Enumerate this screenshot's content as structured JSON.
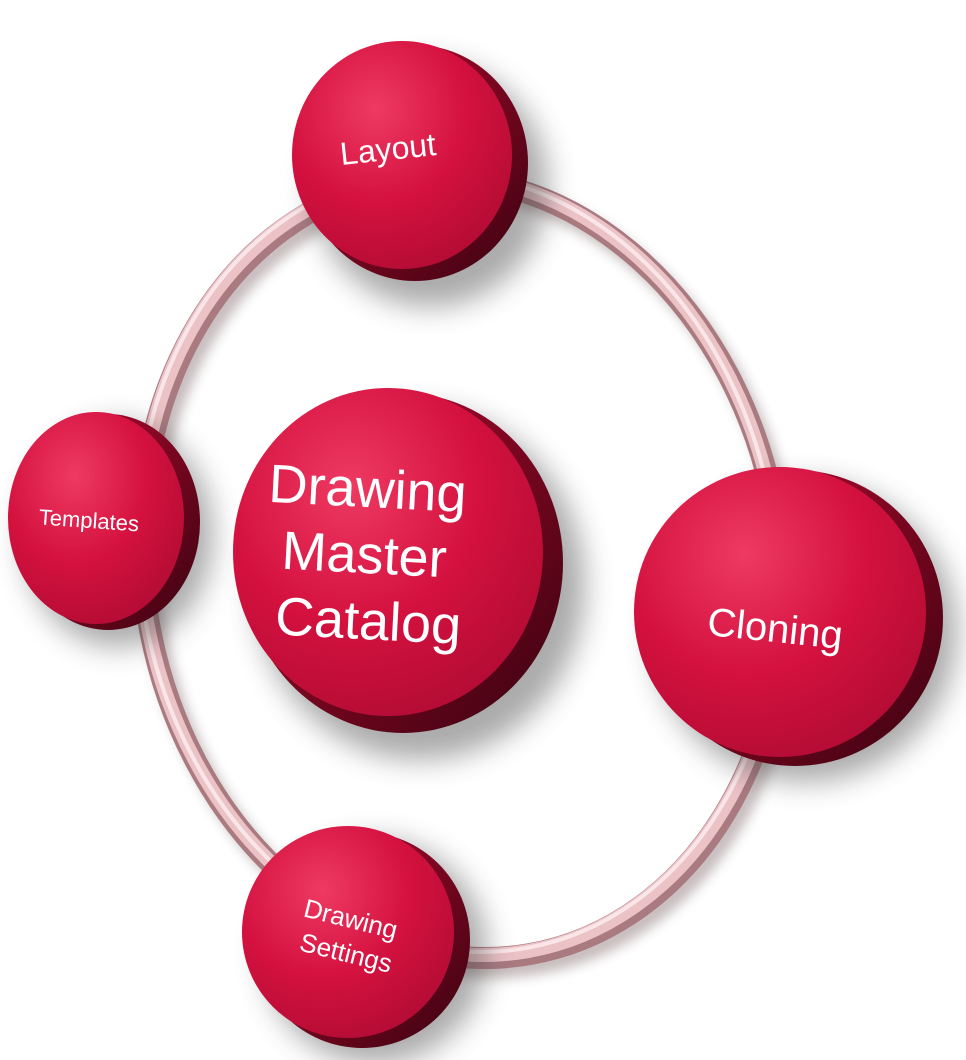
{
  "diagram": {
    "center": {
      "lines": [
        "Drawing",
        "Master",
        "Catalog"
      ]
    },
    "nodes": {
      "layout": {
        "lines": [
          "Layout"
        ]
      },
      "cloning": {
        "lines": [
          "Cloning"
        ]
      },
      "templates": {
        "lines": [
          "Templates"
        ]
      },
      "drawing_settings": {
        "lines": [
          "Drawing",
          "Settings"
        ]
      }
    }
  },
  "colors": {
    "disc": "#d4113f",
    "disc_dark": "#8e0a28",
    "disc_light": "#f04a6e",
    "ring": "#e8b8bc",
    "ring_dark": "#a06a70",
    "text": "#ffffff"
  }
}
